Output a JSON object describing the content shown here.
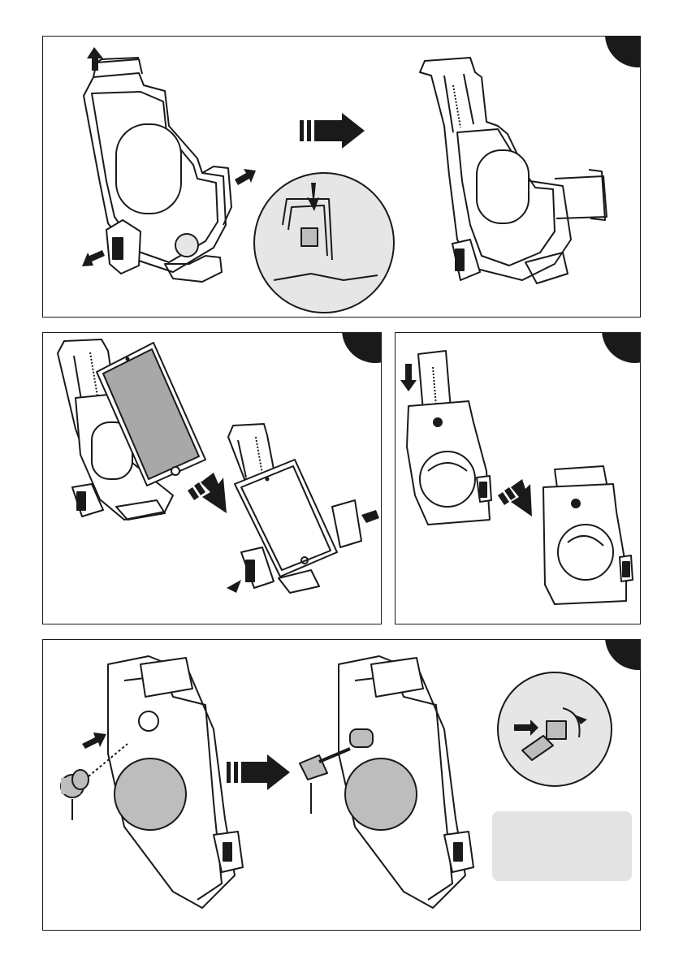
{
  "page": {
    "background": "#ffffff",
    "line_color": "#1a1a1a",
    "fill_gray": "#bdbdbd",
    "light_gray": "#e6e6e6"
  },
  "steps": [
    {
      "id": "step-1",
      "illustration": "release-clamps-then-expand-holder",
      "icons": [
        "arrow-up-icon",
        "arrow-right-icon",
        "arrow-down-left-icon",
        "next-step-arrow-icon",
        "release-button-detail-icon"
      ]
    },
    {
      "id": "step-2",
      "illustration": "insert-tablet-and-close-clamps",
      "icons": [
        "tablet-icon",
        "next-step-arrow-icon",
        "push-arrow-icon"
      ]
    },
    {
      "id": "step-3",
      "illustration": "close-top-clamp",
      "icons": [
        "arrow-down-icon",
        "next-step-arrow-icon"
      ]
    },
    {
      "id": "step-4",
      "illustration": "attach-lock-cylinder-and-key",
      "icons": [
        "lock-cylinder-icon",
        "key-icon",
        "next-step-arrow-icon",
        "rotate-key-detail-icon"
      ]
    }
  ],
  "note": {
    "text": ""
  }
}
